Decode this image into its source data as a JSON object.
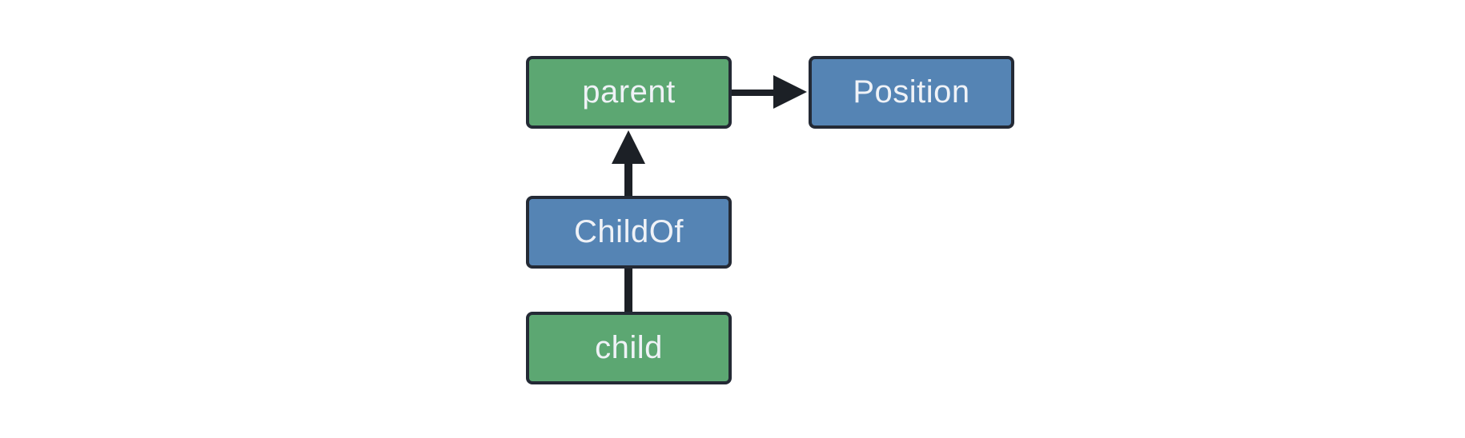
{
  "diagram": {
    "kind": "box-and-arrow-graph",
    "nodes": {
      "parent": {
        "label": "parent",
        "fill_color": "#5CA772",
        "shape": "rounded-rect"
      },
      "position": {
        "label": "Position",
        "fill_color": "#5584B4",
        "shape": "rounded-rect"
      },
      "childof": {
        "label": "ChildOf",
        "fill_color": "#5584B4",
        "shape": "rounded-rect"
      },
      "child": {
        "label": "child",
        "fill_color": "#5CA772",
        "shape": "rounded-rect"
      }
    },
    "edges": [
      {
        "from": "parent",
        "to": "Position",
        "style": "arrow",
        "direction": "right"
      },
      {
        "from": "ChildOf",
        "to": "parent",
        "style": "arrow",
        "direction": "up"
      },
      {
        "from": "child",
        "to": "ChildOf",
        "style": "line",
        "direction": "up"
      }
    ],
    "colors": {
      "node-green": "#5CA772",
      "node-blue": "#5584B4",
      "node-border": "#242A35",
      "node-text": "#EFF2F7",
      "edge": "#1C2026",
      "background": "#FFFFFF"
    }
  }
}
